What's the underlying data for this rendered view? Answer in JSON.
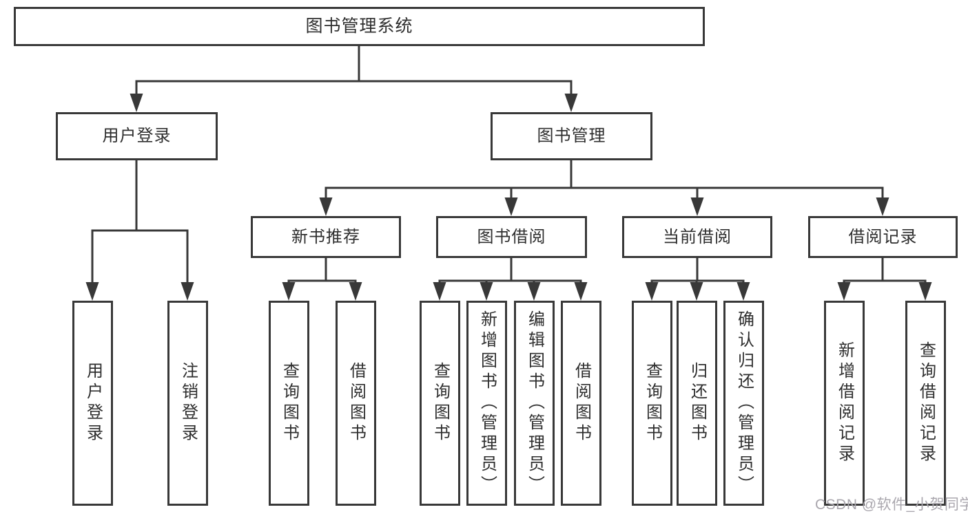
{
  "tree": {
    "root": {
      "label": "图书管理系统"
    },
    "user_login": {
      "label": "用户登录",
      "children": [
        {
          "label": "用户登录"
        },
        {
          "label": "注销登录"
        }
      ]
    },
    "book_mgmt": {
      "label": "图书管理",
      "groups": [
        {
          "label": "新书推荐",
          "children": [
            {
              "label": "查询图书"
            },
            {
              "label": "借阅图书"
            }
          ]
        },
        {
          "label": "图书借阅",
          "children": [
            {
              "label": "查询图书"
            },
            {
              "label": "新增图书（管理员）"
            },
            {
              "label": "编辑图书（管理员）"
            },
            {
              "label": "借阅图书"
            }
          ]
        },
        {
          "label": "当前借阅",
          "children": [
            {
              "label": "查询图书"
            },
            {
              "label": "归还图书"
            },
            {
              "label": "确认归还（管理员）"
            }
          ]
        },
        {
          "label": "借阅记录",
          "children": [
            {
              "label": "新增借阅记录"
            },
            {
              "label": "查询借阅记录"
            }
          ]
        }
      ]
    }
  },
  "watermark": {
    "text": "CSDN @软件_小贺同学"
  },
  "colors": {
    "line": "#383838",
    "text": "#2e2e2e",
    "watermark": "#aaa7ae",
    "background": "#ffffff"
  }
}
